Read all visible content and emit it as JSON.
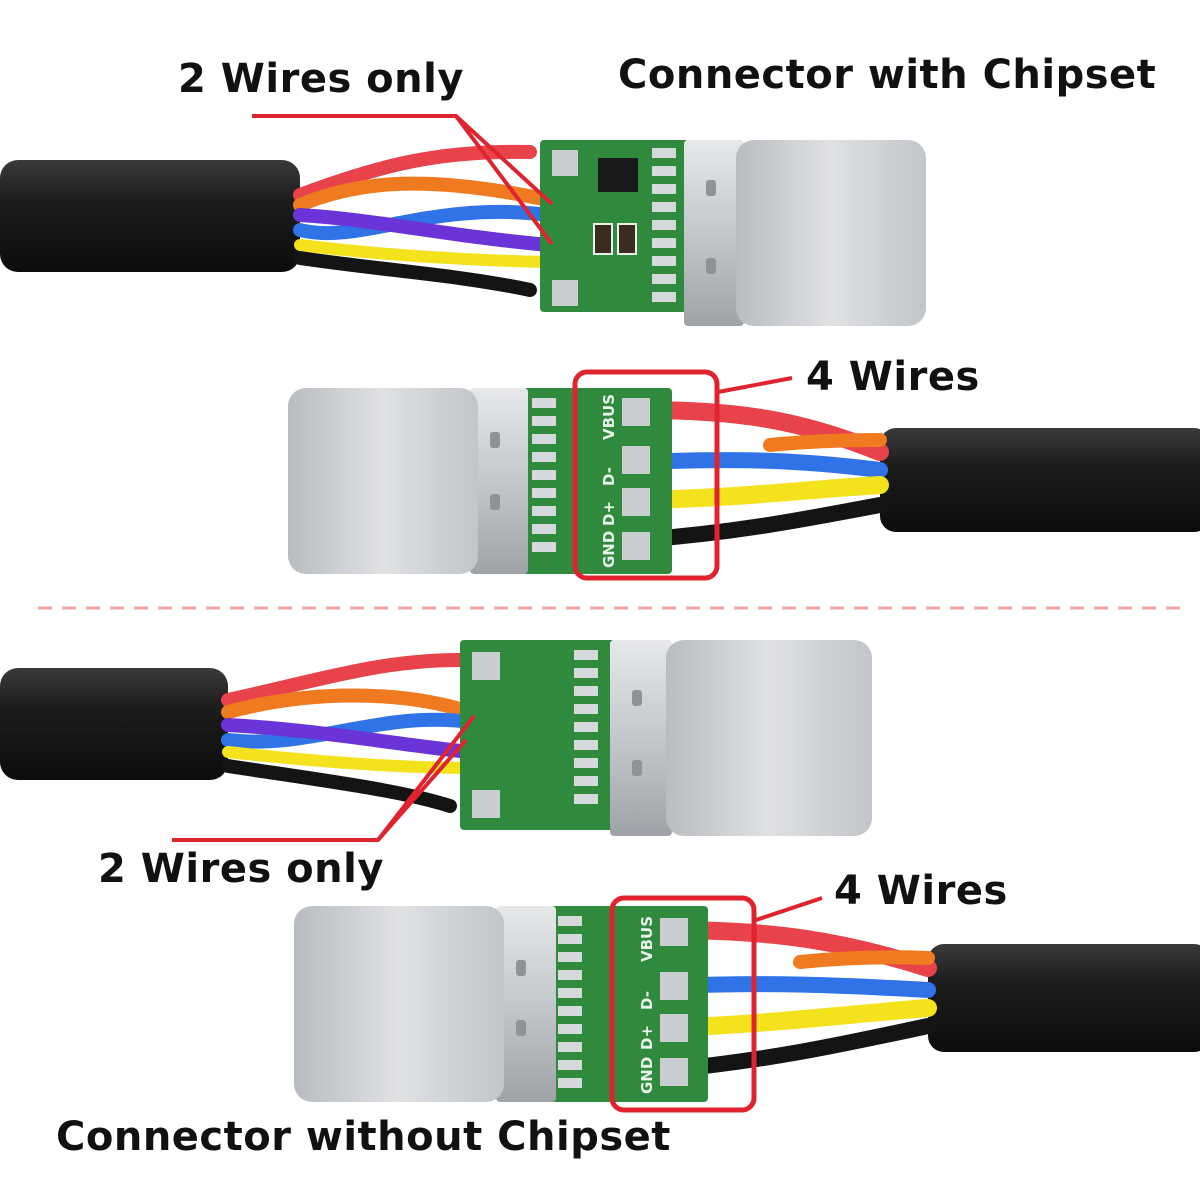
{
  "labels": {
    "top_two_wires": "2 Wires only",
    "top_title": "Connector with Chipset",
    "top_four_wires": "4 Wires",
    "bottom_two_wires": "2 Wires only",
    "bottom_four_wires": "4 Wires",
    "bottom_title": "Connector without Chipset"
  },
  "pcb": {
    "gnd": "GND",
    "dplus": "D+",
    "dminus": "D-",
    "vbus": "VBUS"
  },
  "colors": {
    "cable": "#1b1b1b",
    "pcb": "#2f8a3e",
    "connector": "#c9ccd0",
    "annotation": "#e0242f",
    "divider": "#f2a7a7",
    "wire_red": "#e8424a",
    "wire_orange": "#f07a20",
    "wire_purple": "#6a34d8",
    "wire_blue": "#2f73e6",
    "wire_yellow": "#f3e21c",
    "wire_black": "#141414"
  }
}
